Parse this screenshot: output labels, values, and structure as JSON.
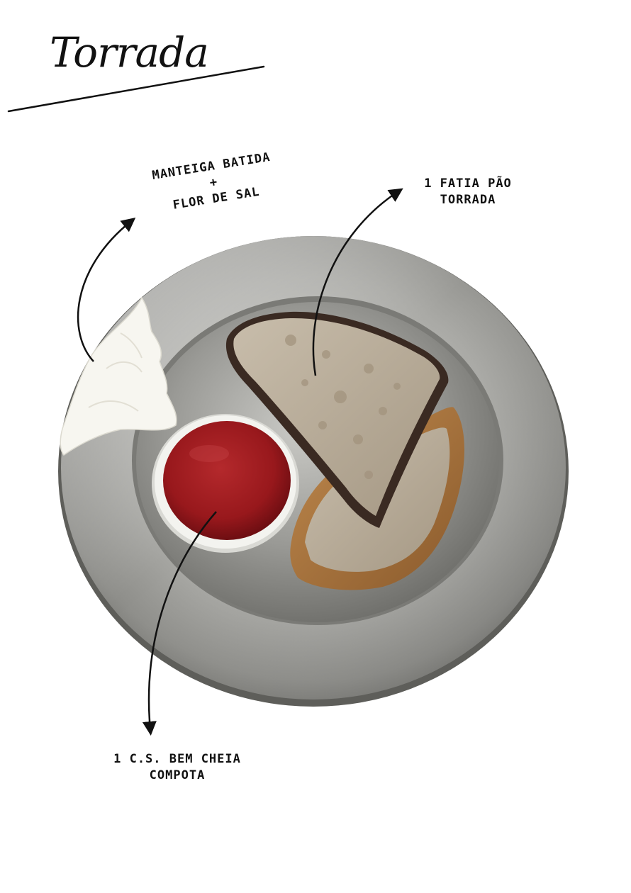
{
  "title": "Torrada",
  "annotations": {
    "butter": [
      "MANTEIGA BATIDA",
      "+",
      "FLOR DE SAL"
    ],
    "bread": [
      "1 FATIA PÃO",
      "TORRADA"
    ],
    "jam": [
      "1 C.S. BEM CHEIA",
      "COMPOTA"
    ]
  },
  "colors": {
    "ink": "#111111",
    "plate": "#a6a6a2",
    "jam": "#9e1e20",
    "bread_crumb": "#b8ad9c",
    "butter": "#f8f7f2"
  }
}
